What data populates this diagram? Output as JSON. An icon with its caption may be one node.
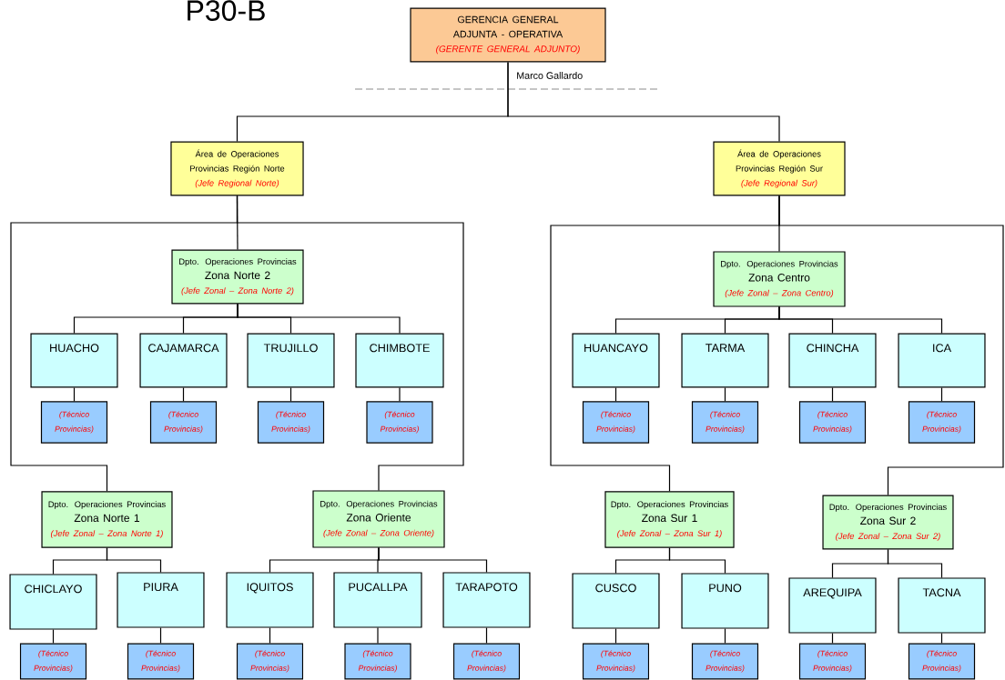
{
  "diagram": {
    "title": "P30-B",
    "nodes": [
      {
        "text": [
          "GERENCIA GENERAL ADJUNTA - OPERATIVA",
          "(GERENTE GENERAL ADJUNTO)"
        ],
        "beside": [
          "Marco Gallardo"
        ]
      },
      {
        "text": [
          "Área de Operaciones Provincias Región Norte",
          "(Jefe Regional Norte)"
        ]
      },
      {
        "text": [
          "Área de Operaciones Provincias Región Sur",
          "(Jefe Regional Sur)"
        ]
      },
      {
        "text": [
          "Dpto. Operaciones Provincias",
          "Zona Norte 2",
          "(Jefe Zonal – Zona Norte 2)"
        ]
      },
      {
        "text": [
          "Dpto. Operaciones Provincias",
          "Zona Centro",
          "(Jefe Zonal – Zona Centro)"
        ]
      },
      {
        "text": [
          "HUACHO"
        ]
      },
      {
        "text": [
          "CAJAMARCA"
        ]
      },
      {
        "text": [
          "TRUJILLO"
        ]
      },
      {
        "text": [
          "CHIMBOTE"
        ]
      },
      {
        "text": [
          "HUANCAYO"
        ]
      },
      {
        "text": [
          "TARMA"
        ]
      },
      {
        "text": [
          "CHINCHA"
        ]
      },
      {
        "text": [
          "ICA"
        ]
      },
      {
        "text": [
          "(Técnico Provincias)"
        ]
      },
      {
        "text": [
          "(Técnico Provincias)"
        ]
      },
      {
        "text": [
          "(Técnico Provincias)"
        ]
      },
      {
        "text": [
          "(Técnico Provincias)"
        ]
      },
      {
        "text": [
          "(Técnico Provincias)"
        ]
      },
      {
        "text": [
          "(Técnico Provincias)"
        ]
      },
      {
        "text": [
          "(Técnico Provincias)"
        ]
      },
      {
        "text": [
          "(Técnico Provincias)"
        ]
      },
      {
        "text": [
          "Dpto. Operaciones Provincias",
          "Zona Norte 1",
          "(Jefe Zonal – Zona Norte 1)"
        ]
      },
      {
        "text": [
          "Dpto. Operaciones Provincias",
          "Zona Oriente",
          "(Jefe Zonal – Zona Oriente)"
        ]
      },
      {
        "text": [
          "Dpto. Operaciones Provincias",
          "Zona Sur 1",
          "(Jefe Zonal – Zona Sur 1)"
        ]
      },
      {
        "text": [
          "Dpto. Operaciones Provincias",
          "Zona Sur 2",
          "(Jefe Zonal – Zona Sur 2)"
        ]
      },
      {
        "text": [
          "CHICLAYO"
        ]
      },
      {
        "text": [
          "PIURA"
        ]
      },
      {
        "text": [
          "IQUITOS"
        ]
      },
      {
        "text": [
          "PUCALLPA"
        ]
      },
      {
        "text": [
          "TARAPOTO"
        ]
      },
      {
        "text": [
          "CUSCO"
        ]
      },
      {
        "text": [
          "PUNO"
        ]
      },
      {
        "text": [
          "AREQUIPA"
        ]
      },
      {
        "text": [
          "TACNA"
        ]
      },
      {
        "text": [
          "(Técnico Provincias)"
        ]
      },
      {
        "text": [
          "(Técnico Provincias)"
        ]
      },
      {
        "text": [
          "(Técnico Provincias)"
        ]
      },
      {
        "text": [
          "(Técnico Provincias)"
        ]
      },
      {
        "text": [
          "(Técnico Provincias)"
        ]
      },
      {
        "text": [
          "(Técnico Provincias)"
        ]
      },
      {
        "text": [
          "(Técnico Provincias)"
        ]
      },
      {
        "text": [
          "(Técnico Provincias)"
        ]
      },
      {
        "text": [
          "(Técnico Provincias)"
        ]
      }
    ],
    "edges": [
      {
        "from": 0,
        "to": 1,
        "arrow": "none"
      },
      {
        "from": 0,
        "to": 2,
        "arrow": "none"
      },
      {
        "from": 1,
        "to": 3,
        "arrow": "none"
      },
      {
        "from": 1,
        "to": 21,
        "arrow": "none"
      },
      {
        "from": 1,
        "to": 22,
        "arrow": "none"
      },
      {
        "from": 2,
        "to": 4,
        "arrow": "none"
      },
      {
        "from": 2,
        "to": 23,
        "arrow": "none"
      },
      {
        "from": 2,
        "to": 24,
        "arrow": "none"
      },
      {
        "from": 3,
        "to": 5,
        "arrow": "none"
      },
      {
        "from": 3,
        "to": 6,
        "arrow": "none"
      },
      {
        "from": 3,
        "to": 7,
        "arrow": "none"
      },
      {
        "from": 3,
        "to": 8,
        "arrow": "none"
      },
      {
        "from": 4,
        "to": 9,
        "arrow": "none"
      },
      {
        "from": 4,
        "to": 10,
        "arrow": "none"
      },
      {
        "from": 4,
        "to": 11,
        "arrow": "none"
      },
      {
        "from": 4,
        "to": 12,
        "arrow": "none"
      },
      {
        "from": 5,
        "to": 13,
        "arrow": "none"
      },
      {
        "from": 6,
        "to": 14,
        "arrow": "none"
      },
      {
        "from": 7,
        "to": 15,
        "arrow": "none"
      },
      {
        "from": 8,
        "to": 16,
        "arrow": "none"
      },
      {
        "from": 9,
        "to": 17,
        "arrow": "none"
      },
      {
        "from": 10,
        "to": 18,
        "arrow": "none"
      },
      {
        "from": 11,
        "to": 19,
        "arrow": "none"
      },
      {
        "from": 12,
        "to": 20,
        "arrow": "none"
      },
      {
        "from": 21,
        "to": 25,
        "arrow": "none"
      },
      {
        "from": 21,
        "to": 26,
        "arrow": "none"
      },
      {
        "from": 22,
        "to": 27,
        "arrow": "none"
      },
      {
        "from": 22,
        "to": 28,
        "arrow": "none"
      },
      {
        "from": 22,
        "to": 29,
        "arrow": "none"
      },
      {
        "from": 23,
        "to": 30,
        "arrow": "none"
      },
      {
        "from": 23,
        "to": 31,
        "arrow": "none"
      },
      {
        "from": 24,
        "to": 32,
        "arrow": "none"
      },
      {
        "from": 24,
        "to": 33,
        "arrow": "none"
      },
      {
        "from": 25,
        "to": 34,
        "arrow": "none"
      },
      {
        "from": 26,
        "to": 35,
        "arrow": "none"
      },
      {
        "from": 27,
        "to": 36,
        "arrow": "none"
      },
      {
        "from": 28,
        "to": 37,
        "arrow": "none"
      },
      {
        "from": 29,
        "to": 38,
        "arrow": "none"
      },
      {
        "from": 30,
        "to": 39,
        "arrow": "none"
      },
      {
        "from": 31,
        "to": 40,
        "arrow": "none"
      },
      {
        "from": 32,
        "to": 41,
        "arrow": "none"
      },
      {
        "from": 33,
        "to": 42,
        "arrow": "none"
      }
    ]
  }
}
